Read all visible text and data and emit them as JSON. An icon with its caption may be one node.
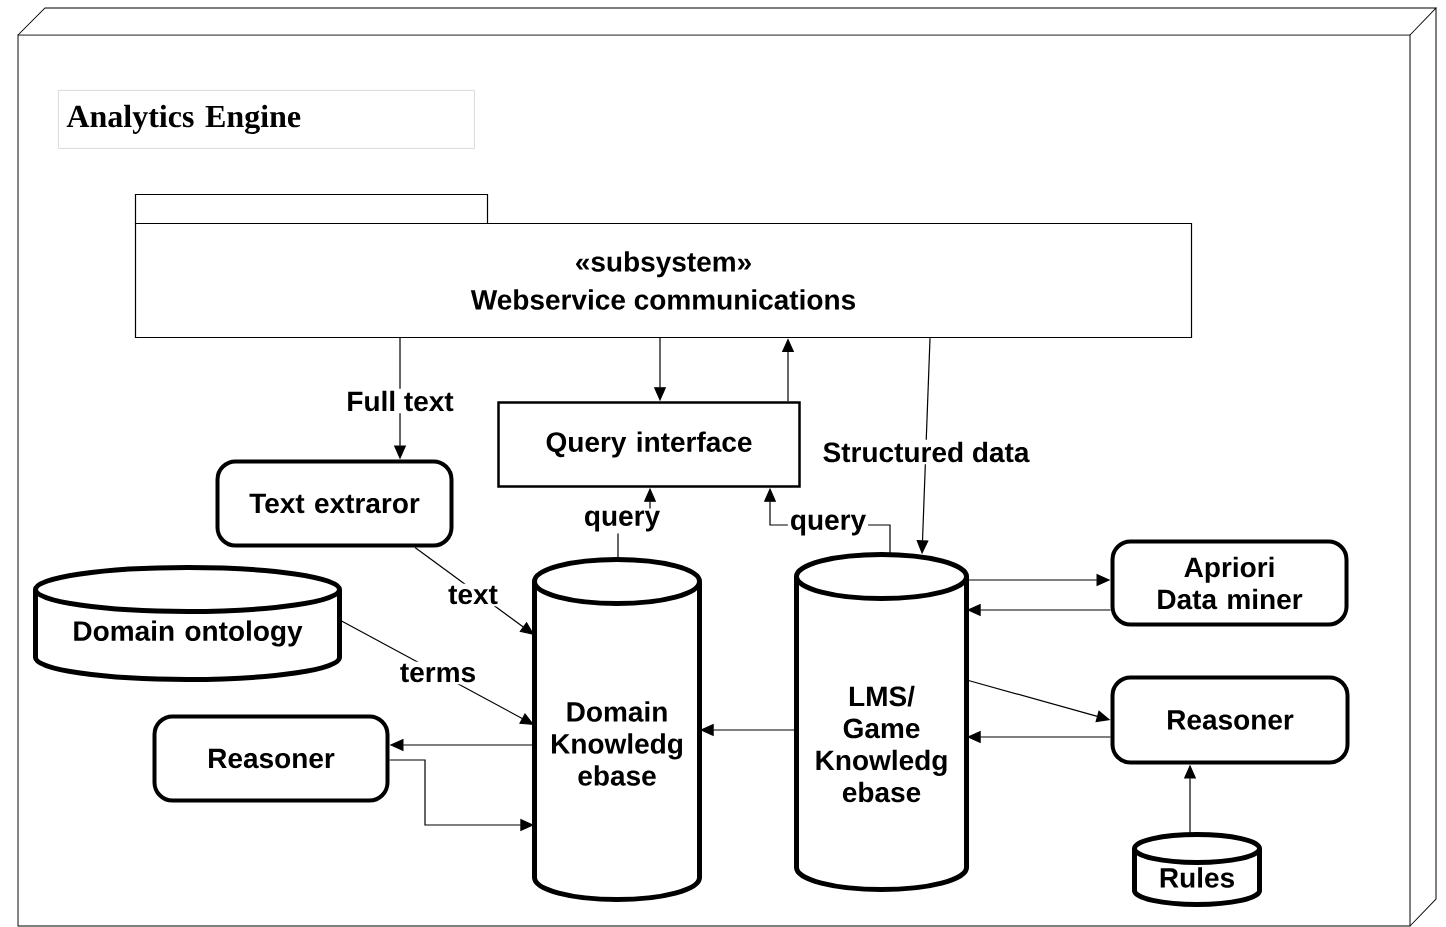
{
  "diagram": {
    "nodes": [
      {
        "text": [
          "Analytics Engine"
        ]
      },
      {
        "text": [
          "«subsystem»",
          "Webservice communications"
        ],
        "in": 0
      },
      {
        "text": [
          "Query interface"
        ],
        "in": 0
      },
      {
        "text": [
          "Text extraror"
        ],
        "in": 0
      },
      {
        "text": [
          "Domain ontology"
        ],
        "in": 0
      },
      {
        "text": [
          "Domain Knowledg ebase"
        ],
        "in": 0
      },
      {
        "text": [
          "LMS/ Game Knowledg ebase"
        ],
        "in": 0
      },
      {
        "text": [
          "Apriori Data miner"
        ],
        "in": 0
      },
      {
        "text": [
          "Reasoner"
        ],
        "in": 0
      },
      {
        "text": [
          "Reasoner"
        ],
        "in": 0
      },
      {
        "text": [
          "Rules"
        ],
        "in": 0
      }
    ],
    "edges": [
      {
        "from": 1,
        "to": 3,
        "arrow": "to",
        "label": "Full text"
      },
      {
        "from": 1,
        "to": 2,
        "arrow": "to"
      },
      {
        "from": 2,
        "to": 1,
        "arrow": "to"
      },
      {
        "from": 1,
        "to": 6,
        "arrow": "to",
        "label": "Structured data"
      },
      {
        "from": 5,
        "to": 2,
        "arrow": "to",
        "label": "query"
      },
      {
        "from": 6,
        "to": 2,
        "arrow": "to",
        "label": "query"
      },
      {
        "from": 3,
        "to": 5,
        "arrow": "to",
        "label": "text"
      },
      {
        "from": 4,
        "to": 5,
        "arrow": "to",
        "label": "terms"
      },
      {
        "from": 5,
        "to": 8,
        "arrow": "to"
      },
      {
        "from": 8,
        "to": 5,
        "arrow": "to"
      },
      {
        "from": 6,
        "to": 5,
        "arrow": "to"
      },
      {
        "from": 6,
        "to": 7,
        "arrow": "to"
      },
      {
        "from": 7,
        "to": 6,
        "arrow": "to"
      },
      {
        "from": 6,
        "to": 9,
        "arrow": "to"
      },
      {
        "from": 9,
        "to": 6,
        "arrow": "to"
      },
      {
        "from": 10,
        "to": 9,
        "arrow": "to"
      }
    ]
  }
}
